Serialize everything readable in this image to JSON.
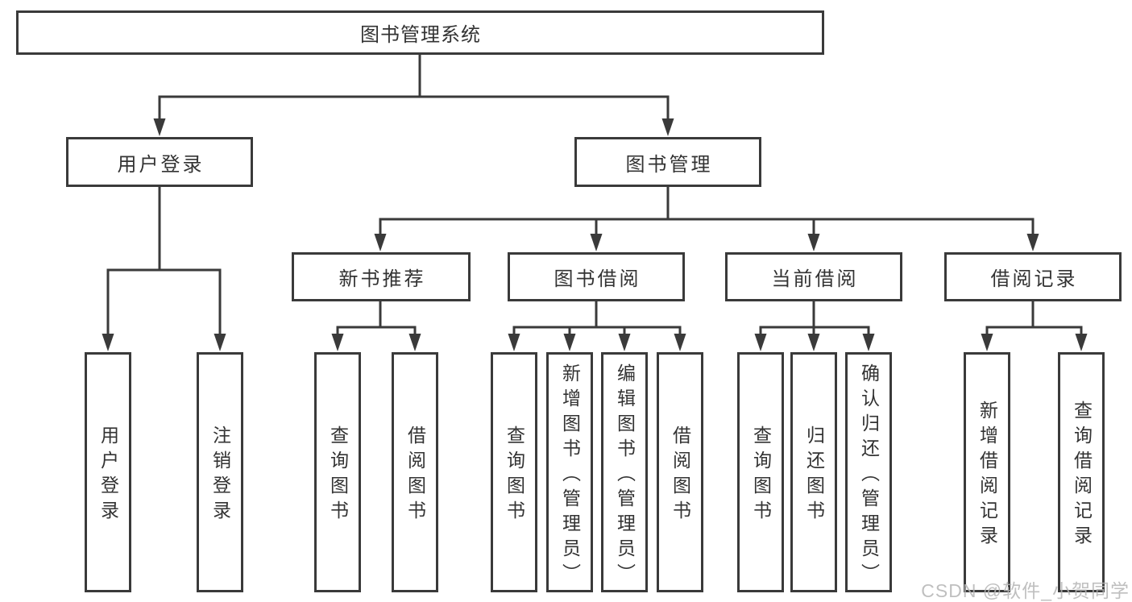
{
  "root_label": "图书管理系统",
  "branches": {
    "user_login": {
      "label": "用户登录",
      "children": [
        "用户登录",
        "注销登录"
      ]
    },
    "book_mgmt": {
      "label": "图书管理",
      "sections": {
        "new_book": {
          "label": "新书推荐",
          "children": [
            "查询图书",
            "借阅图书"
          ]
        },
        "borrow": {
          "label": "图书借阅",
          "children": [
            "查询图书",
            "新增图书（管理员）",
            "编辑图书（管理员）",
            "借阅图书"
          ]
        },
        "current": {
          "label": "当前借阅",
          "children": [
            "查询图书",
            "归还图书",
            "确认归还（管理员）"
          ]
        },
        "records": {
          "label": "借阅记录",
          "children": [
            "新增借阅记录",
            "查询借阅记录"
          ]
        }
      }
    }
  },
  "watermark": "CSDN @软件_小贺同学",
  "colors": {
    "line": "#3a3a3a",
    "text": "#333333",
    "background": "#ffffff",
    "watermark": "#b5b5b5"
  }
}
